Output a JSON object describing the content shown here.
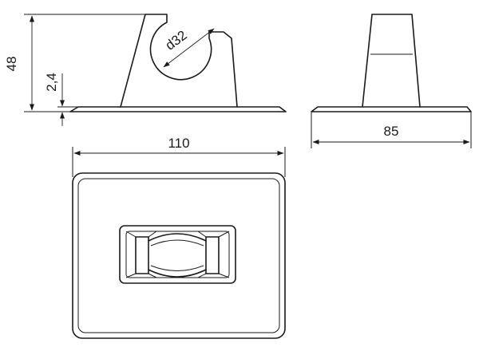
{
  "dimensions": {
    "height": "48",
    "base_thickness": "2,4",
    "pipe_diameter": "d32",
    "length": "110",
    "width": "85"
  },
  "colors": {
    "line": "#1a1a1a",
    "background": "#ffffff"
  }
}
